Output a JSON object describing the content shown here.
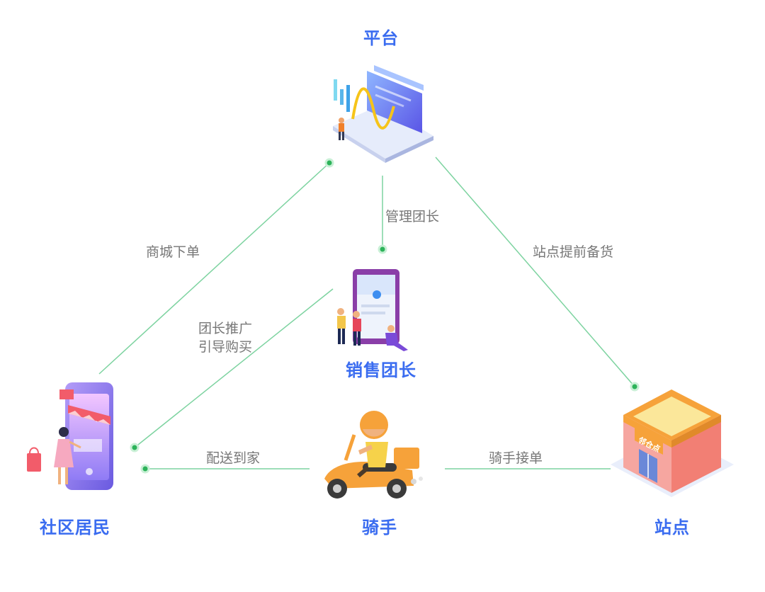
{
  "nodes": {
    "platform": {
      "label": "平台"
    },
    "leader": {
      "label": "销售团长"
    },
    "residents": {
      "label": "社区居民"
    },
    "rider": {
      "label": "骑手"
    },
    "station": {
      "label": "站点"
    }
  },
  "edges": {
    "mall_order": "商城下单",
    "manage_leader": "管理团长",
    "station_stock": "站点提前备货",
    "leader_promo_1": "团长推广",
    "leader_promo_2": "引导购买",
    "delivery": "配送到家",
    "rider_accept": "骑手接单"
  },
  "station_sign": "邻仓点",
  "colors": {
    "label_blue": "#3a6cf0",
    "line_green": "#7dd3a0",
    "dot_green": "#2db35a",
    "edge_text": "#777777"
  }
}
